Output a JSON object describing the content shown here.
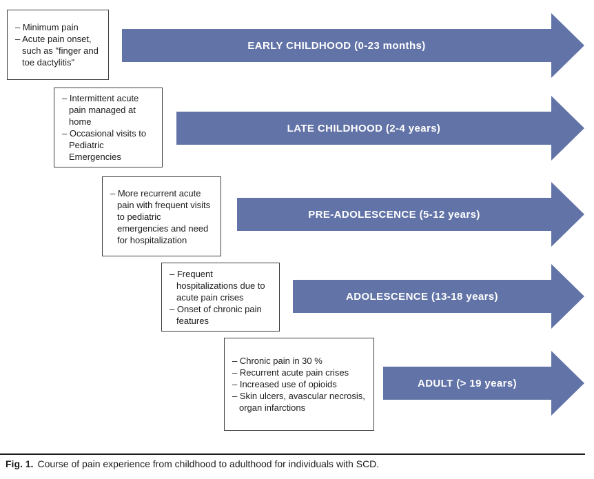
{
  "figure": {
    "colors": {
      "arrow": "#6273a7",
      "arrow_text": "#ffffff",
      "box_border": "#3b3b3b",
      "text": "#1a1a1a"
    },
    "stages": [
      {
        "arrow_label": "EARLY CHILDHOOD (0-23 months)",
        "bullets": [
          "– Minimum pain",
          "– Acute pain onset, such as \"finger and toe dactylitis\""
        ]
      },
      {
        "arrow_label": "LATE CHILDHOOD (2-4 years)",
        "bullets": [
          "– Intermittent acute pain managed at home",
          "– Occasional visits to Pediatric Emergencies"
        ]
      },
      {
        "arrow_label": "PRE-ADOLESCENCE (5-12 years)",
        "bullets": [
          "– More recurrent acute pain with frequent visits to pediatric emergencies and need for hospitalization"
        ]
      },
      {
        "arrow_label": "ADOLESCENCE (13-18 years)",
        "bullets": [
          "– Frequent hospitalizations due to acute pain crises",
          "– Onset of chronic pain features"
        ]
      },
      {
        "arrow_label": "ADULT (> 19 years)",
        "bullets": [
          "– Chronic pain in 30 %",
          "– Recurrent acute pain crises",
          "– Increased use of opioids",
          "– Skin ulcers, avascular necrosis, organ infarctions"
        ]
      }
    ],
    "caption": {
      "label": "Fig. 1.",
      "text": "Course of pain experience from childhood to adulthood for individuals with SCD."
    }
  }
}
